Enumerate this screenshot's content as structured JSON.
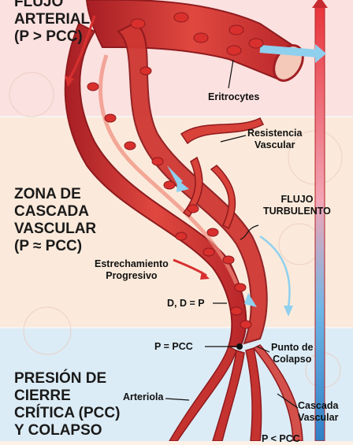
{
  "zones": {
    "top": "FLUJO\nARTERIAL\n(P > PCC)",
    "middle": "ZONA DE\nCASCADA\nVASCULAR\n(P ≈ PCC)",
    "bottom": "PRESIÓN DE\nCIERRE\nCRÍTICA (PCC)\nY COLAPSO"
  },
  "labels": {
    "erythrocytes": "Eritrocytes",
    "resistance": "Resistencia\nVascular",
    "turbulent": "FLUJO\nTURBULENTO",
    "narrowing": "Estrechamiento\nProgresivo",
    "d_equals_p": "D, D = P",
    "p_equals_pcc": "P = PCC",
    "collapse_point": "Punto de\nColapso",
    "arteriole": "Arteriola",
    "cascade_vascular": "Cascada\nVascular",
    "p_less_pcc": "P < PCC"
  },
  "colors": {
    "vessel_dark": "#b8262a",
    "vessel_mid": "#d63a36",
    "vessel_light": "#ec7a6c",
    "flow_arrow": "#8fd0ee",
    "pressure_arrow": "#d8302f",
    "zone_top_bg": "#fbe1df",
    "zone_mid_bg": "#fbeadb",
    "zone_bottom_bg": "#dcecf6"
  },
  "icons": [
    "red-blood-cell-icon",
    "flow-arrow-icon",
    "pressure-arrow-icon",
    "pressure-gradient-bar"
  ]
}
